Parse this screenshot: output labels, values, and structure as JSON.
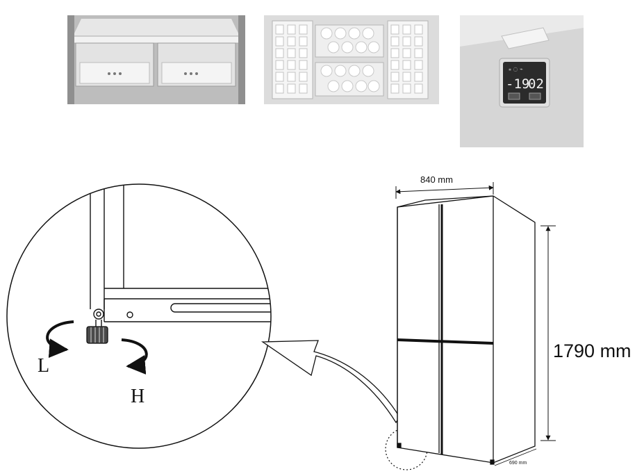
{
  "photos": {
    "drawers": {
      "icon": "crisper-drawers-photo"
    },
    "ice_trays": {
      "icon": "ice-tray-photo"
    },
    "display": {
      "icon": "temperature-display-photo",
      "readout_left": "-19",
      "readout_right": "02"
    }
  },
  "diagram": {
    "width_label": "840 mm",
    "height_label": "1790 mm",
    "depth_label": "690 mm",
    "foot_lower_label": "L",
    "foot_raise_label": "H",
    "icons": [
      "adjustable-foot-icon",
      "rotate-arrow-icon",
      "fridge-outline-icon"
    ]
  },
  "colors": {
    "line": "#111111",
    "photo_bg": "#d9d9d9"
  }
}
